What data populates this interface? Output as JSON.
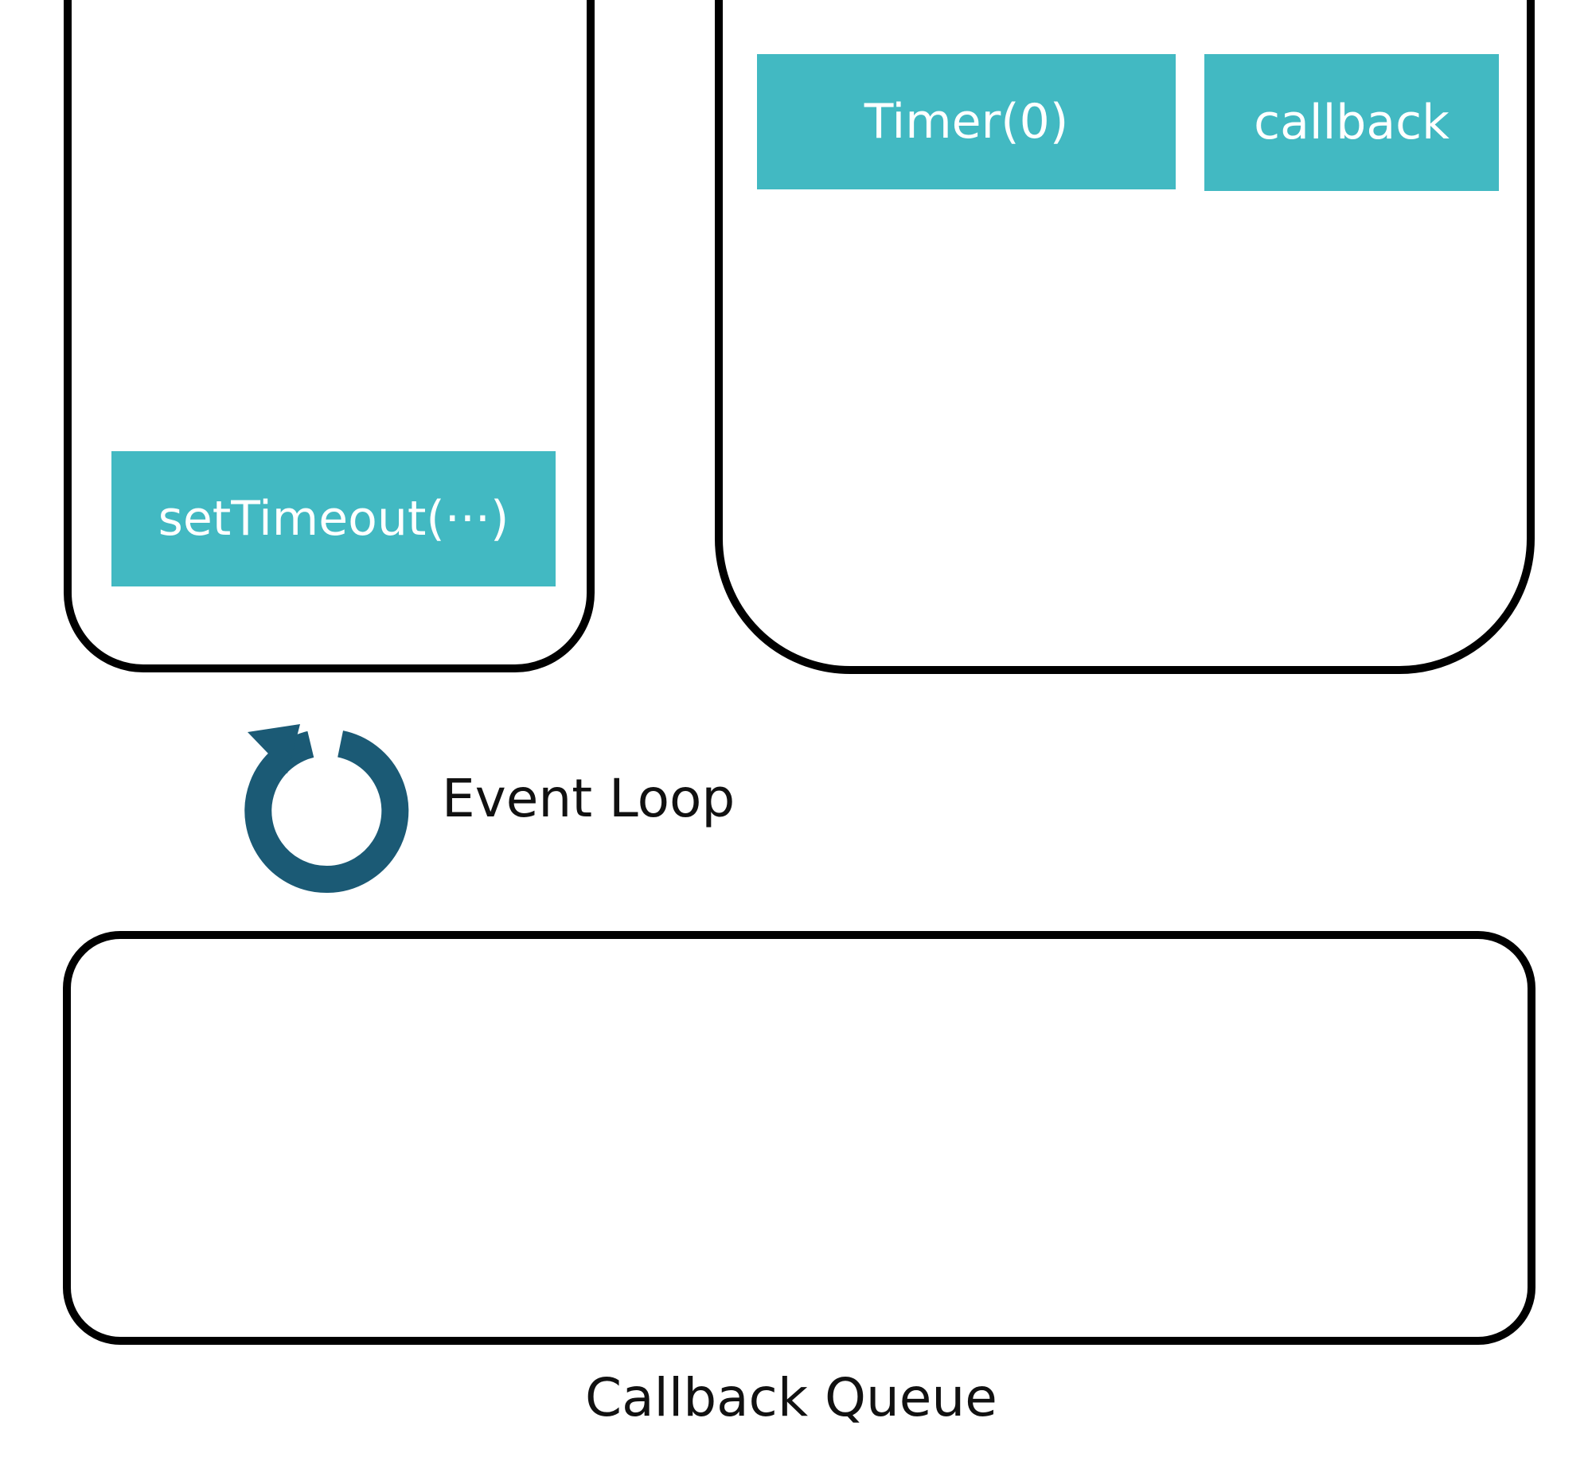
{
  "colors": {
    "block_fill": "#42b9c2",
    "block_text": "#ffffff",
    "panel_border": "#000000",
    "loop_icon": "#1b5a75",
    "label_text": "#111111"
  },
  "stack": {
    "items": [
      "setTimeout(···)"
    ]
  },
  "web_apis": {
    "items": [
      "Timer(0)",
      "callback"
    ]
  },
  "event_loop": {
    "icon": "refresh-icon",
    "label": "Event Loop"
  },
  "callback_queue": {
    "label": "Callback Queue",
    "items": []
  }
}
